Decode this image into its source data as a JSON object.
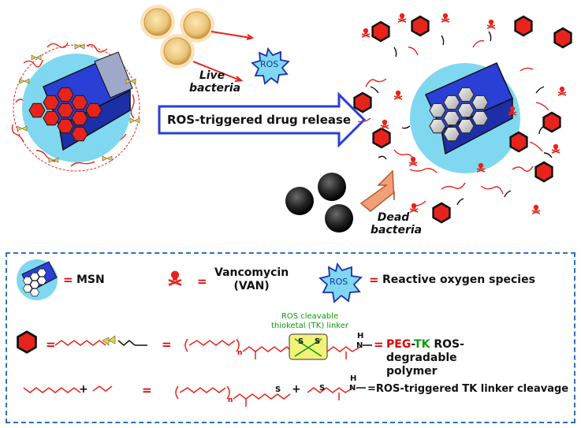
{
  "top": {
    "live_bacteria": "Live bacteria",
    "dead_bacteria": "Dead bacteria",
    "ros_badge": "ROS",
    "release_arrow": "ROS-triggered drug release"
  },
  "legend": {
    "equals": "=",
    "msn_label": "MSN",
    "van_label_1": "Vancomycin",
    "van_label_2": "(VAN)",
    "ros_badge": "ROS",
    "ros_label": "Reactive oxygen species",
    "tk_note_1": "ROS cleavable",
    "tk_note_2": "thioketal (TK) linker",
    "peg": "PEG",
    "dash": "-",
    "tk": "TK",
    "polymer_rest_1": " ROS-degradable",
    "polymer_rest_2": "polymer",
    "cleavage_label": "=ROS-triggered TK linker cleavage",
    "plus": "+",
    "n_sub": "n",
    "s_atom": "S",
    "h_atom": "H",
    "n_atom": "N"
  },
  "colors": {
    "drug_red": "#e8231c",
    "msn_blue": "#2a3fd6",
    "shell_cyan": "#7fd8f0",
    "tk_yellow": "#f2f27a",
    "legend_border": "#2f6fc0",
    "green_text": "#0a9a0a"
  }
}
